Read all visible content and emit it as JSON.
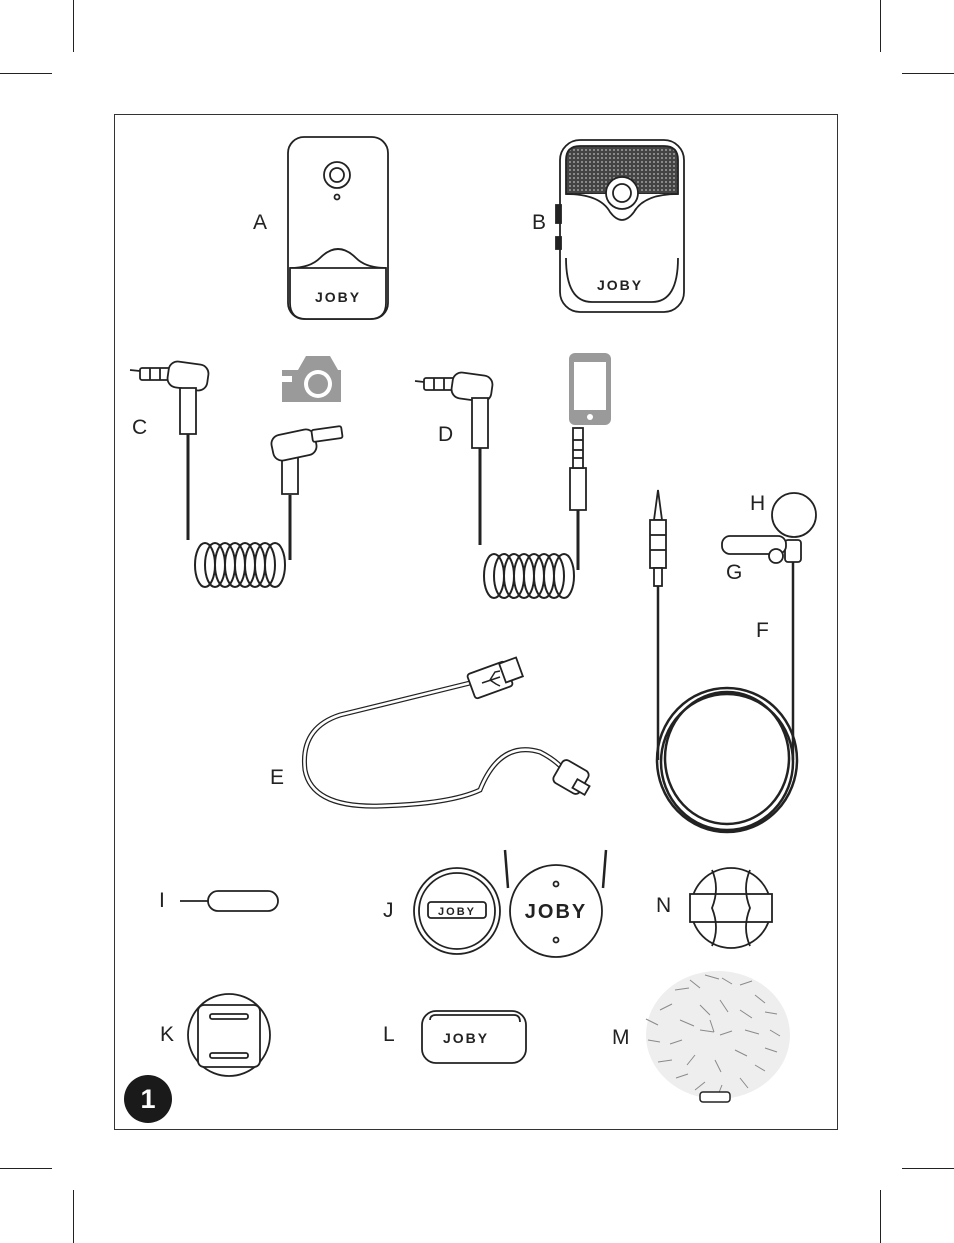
{
  "step_number": "1",
  "brand_text": "JOBY",
  "items": {
    "A": "A",
    "B": "B",
    "C": "C",
    "D": "D",
    "E": "E",
    "F": "F",
    "G": "G",
    "H": "H",
    "I": "I",
    "J": "J",
    "K": "K",
    "L": "L",
    "M": "M",
    "N": "N"
  },
  "icons": {
    "camera": "camera-icon",
    "phone": "smartphone-icon",
    "usb": "usb-icon"
  },
  "colors": {
    "line": "#222222",
    "fill_gray": "#9a9a9a",
    "badge": "#1a1a1a"
  }
}
